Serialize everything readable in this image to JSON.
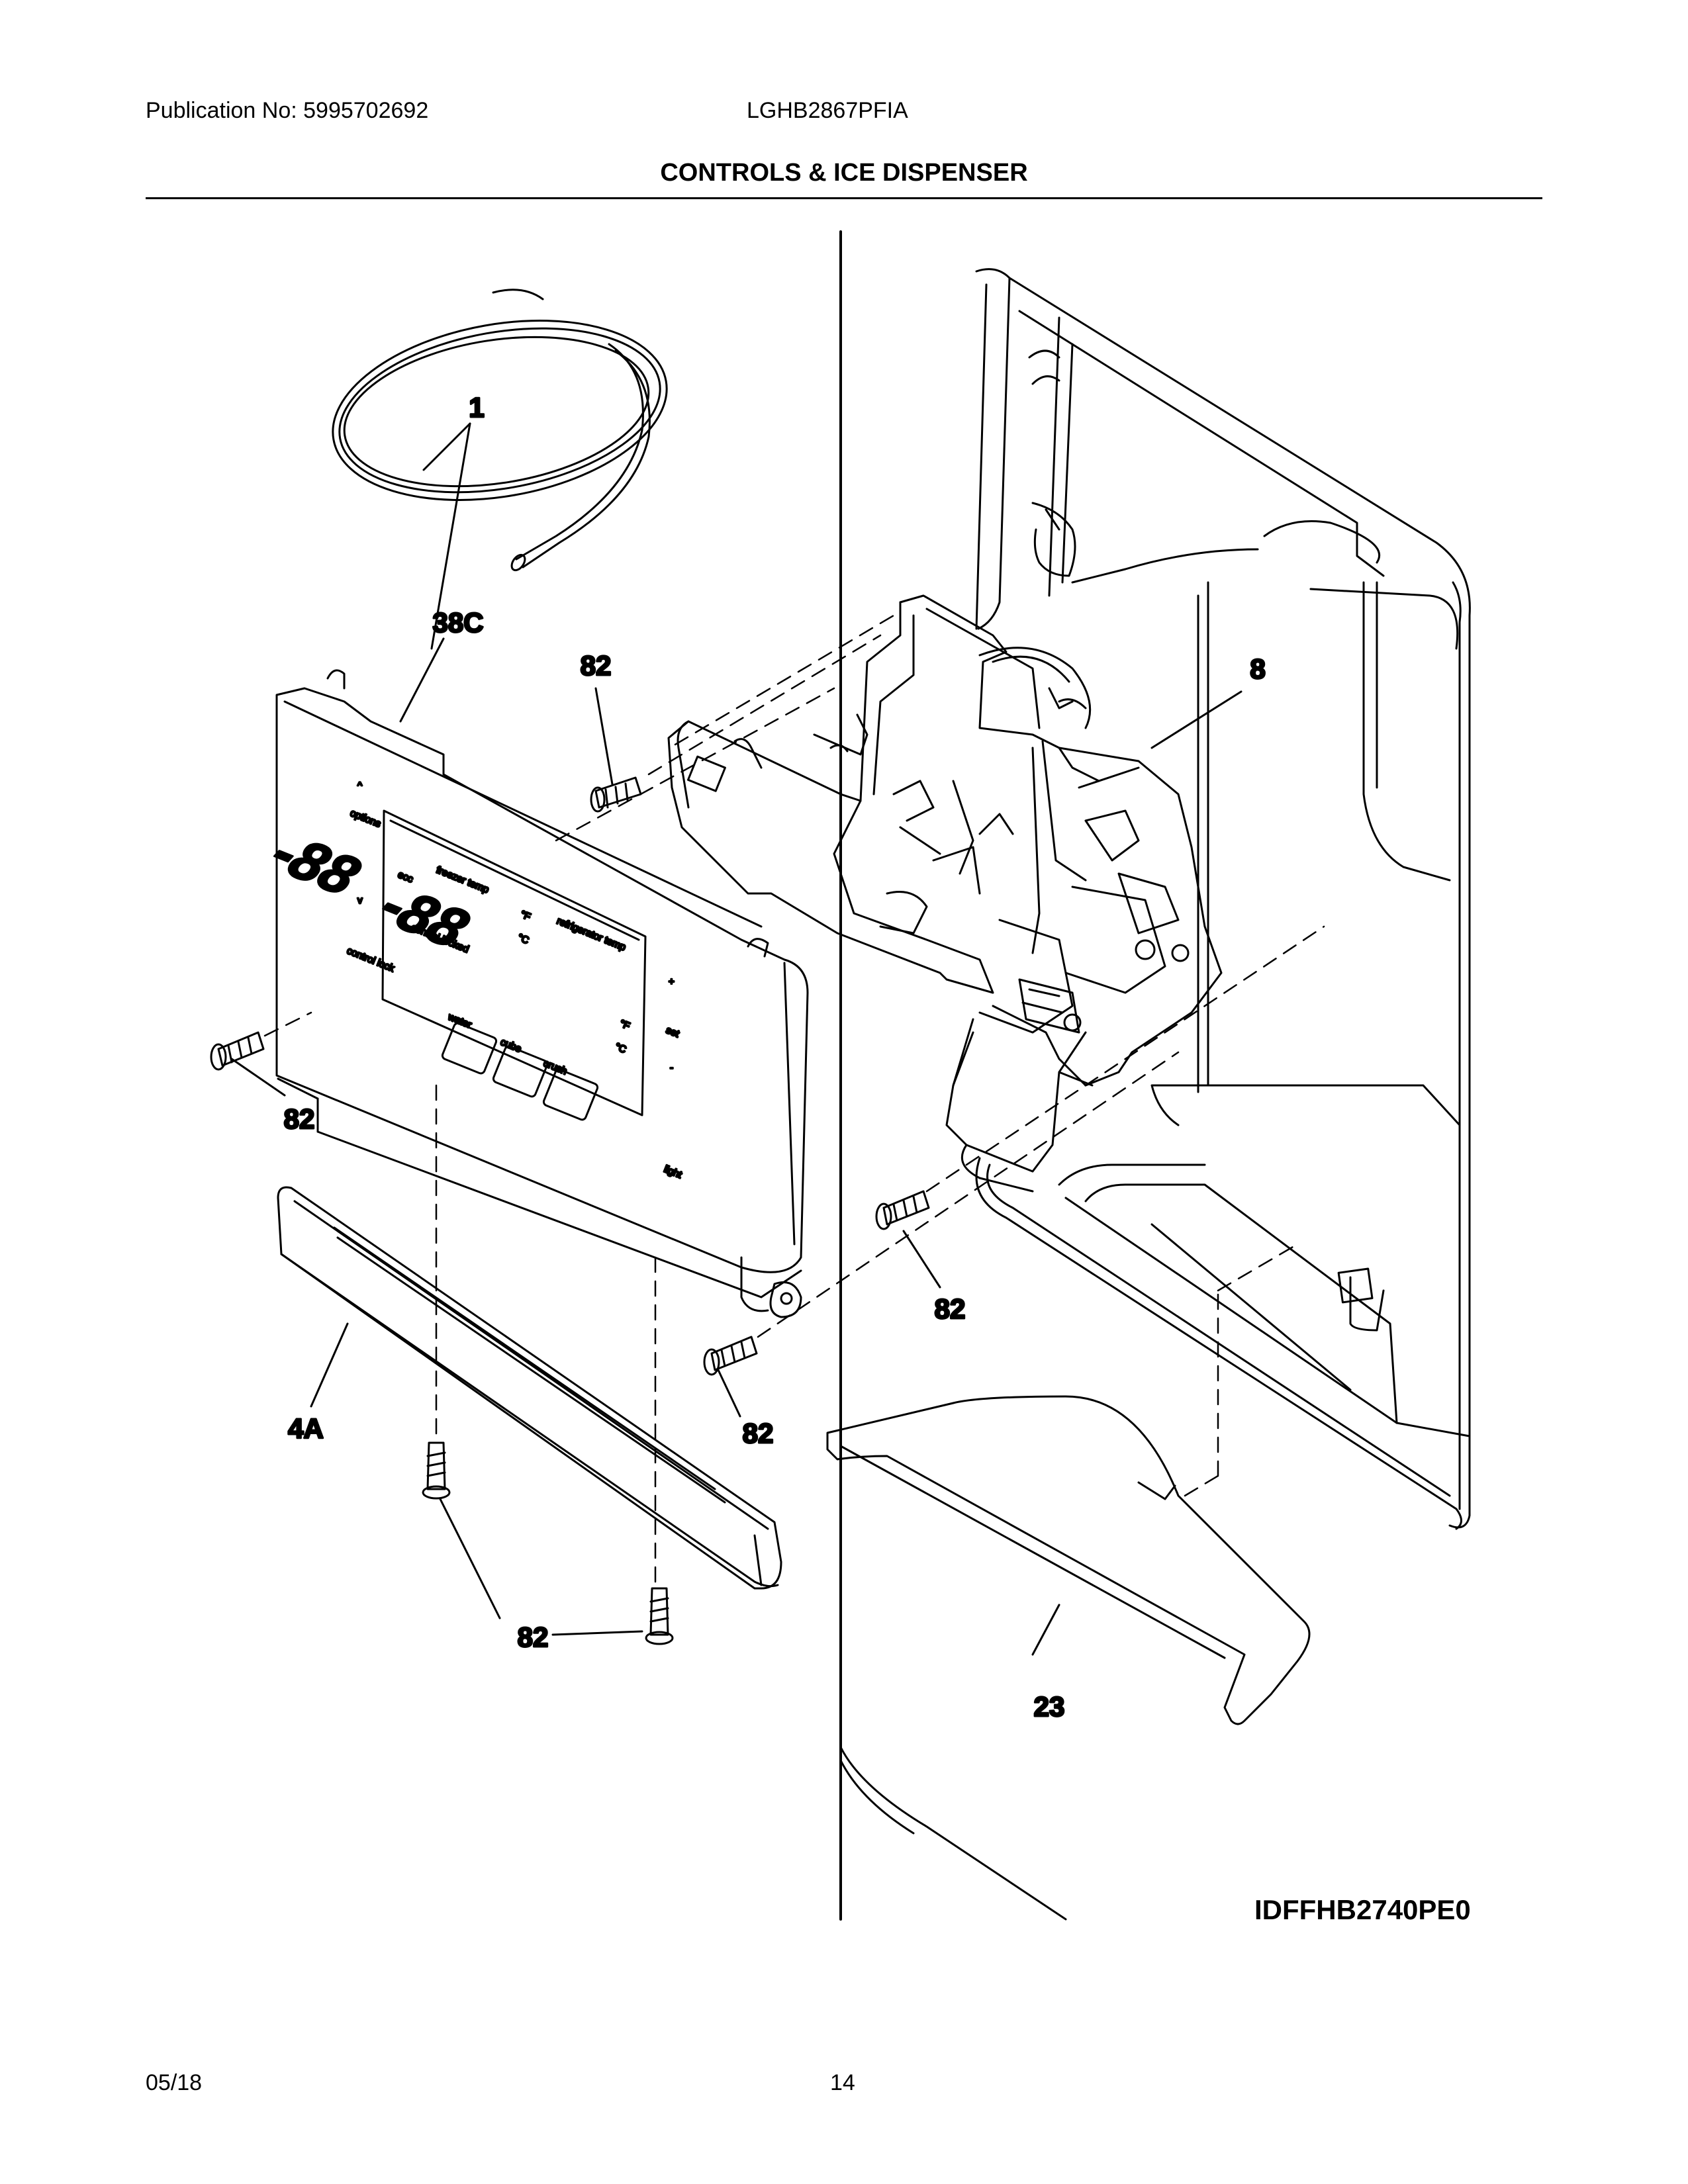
{
  "header": {
    "publication": "Publication No: 5995702692",
    "model": "LGHB2867PFIA",
    "title": "CONTROLS & ICE DISPENSER"
  },
  "callouts": {
    "tubing": "1",
    "control_panel": "38C",
    "screw_top": "82",
    "actuator": "8",
    "screw_left": "82",
    "screw_right_mid": "82",
    "screw_center": "82",
    "trim": "4A",
    "screw_bottom": "82",
    "drip_tray": "23"
  },
  "panel_text": {
    "options": "options",
    "control_lock": "control lock",
    "ecc": "ecc",
    "freezer_temp": "freezer temp",
    "refrigerator_temp": "refrigerator temp",
    "control_locked": "control locked",
    "water": "water",
    "cube": "cube",
    "crush": "crush",
    "set": "set",
    "light": "light",
    "plus": "+",
    "minus": "-",
    "caret_up": "^",
    "caret_down": "v",
    "display_left": "-88",
    "display_right": "-88",
    "deg_f": "°F",
    "deg_c": "°C"
  },
  "diagram_code": "IDFFHB2740PE0",
  "footer": {
    "date": "05/18",
    "page": "14"
  }
}
